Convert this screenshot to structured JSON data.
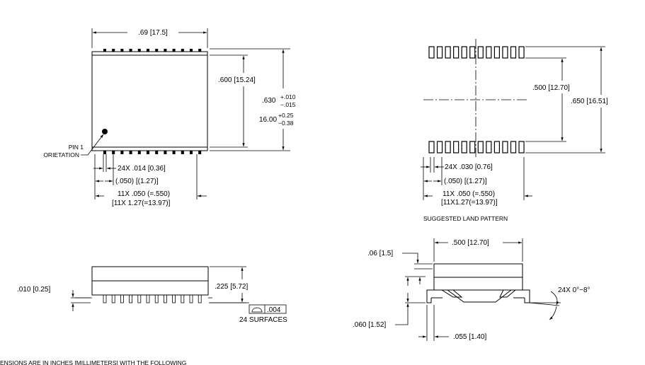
{
  "top_view": {
    "width_dim": ".69 [17.5]",
    "body_length_dim": ".600 [15.24]",
    "overall_in": ".630",
    "overall_in_tol_plus": "+.010",
    "overall_in_tol_minus": "−.015",
    "overall_mm": "16.00",
    "overall_mm_tol_plus": "+0.25",
    "overall_mm_tol_minus": "−0.38",
    "pin1_line1": "PIN  1",
    "pin1_line2": "ORIETATION",
    "lead_width": "24X  .014  [0.36]",
    "pitch": "(.050)  [(1.27)]",
    "span_line1": "11X  .050  (=.550)",
    "span_line2": "[11X  1.27(=13.97)]"
  },
  "land_pattern": {
    "row_spacing": ".500 [12.70]",
    "outer_span": ".650 [16.51]",
    "pad_width": "24X  .030  [0.76]",
    "pitch": "(.050)  [(1.27)]",
    "span_line1": "11X  .050  (=.550)",
    "span_line2": "[11X1.27(=13.97)]",
    "caption": "SUGGESTED  LAND  PATTERN"
  },
  "side_view": {
    "standoff": ".010 [0.25]",
    "height": ".225 [5.72]",
    "coplanarity": ".004",
    "surfaces": "24  SURFACES"
  },
  "end_view": {
    "body_width": ".500 [12.70]",
    "shoulder": ".06 [1.5]",
    "lead_height": ".060 [1.52]",
    "foot": ".055 [1.40]",
    "angle": "24X  0°−8°"
  },
  "note": "ENSIONS  ARE  IN  INCHES  [MILLIMETERS]  WITH  THE  FOLLOWING"
}
